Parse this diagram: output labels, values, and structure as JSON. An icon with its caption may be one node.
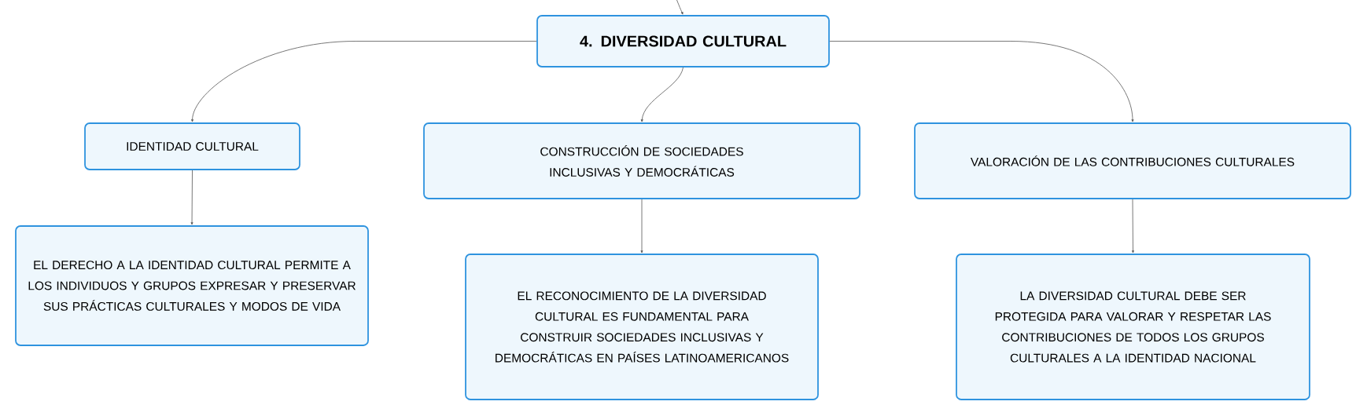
{
  "diagram": {
    "nodes": [
      {
        "text": [
          "4. DIVERSIDAD CULTURAL"
        ]
      },
      {
        "text": [
          "IDENTIDAD CULTURAL"
        ]
      },
      {
        "text": [
          "CONSTRUCCIÓN DE SOCIEDADES INCLUSIVAS Y DEMOCRÁTICAS"
        ]
      },
      {
        "text": [
          "VALORACIÓN DE LAS CONTRIBUCIONES CULTURALES"
        ]
      },
      {
        "text": [
          "EL DERECHO A LA IDENTIDAD CULTURAL PERMITE A LOS INDIVIDUOS Y GRUPOS EXPRESAR Y PRESERVAR SUS PRÁCTICAS CULTURALES Y MODOS DE VIDA"
        ]
      },
      {
        "text": [
          "EL RECONOCIMIENTO DE LA DIVERSIDAD CULTURAL ES FUNDAMENTAL PARA CONSTRUIR SOCIEDADES INCLUSIVAS Y DEMOCRÁTICAS EN PAÍSES LATINOAMERICANOS"
        ]
      },
      {
        "text": [
          "LA DIVERSIDAD CULTURAL DEBE SER PROTEGIDA PARA VALORAR Y RESPETAR LAS CONTRIBUCIONES DE TODOS LOS GRUPOS CULTURALES A LA IDENTIDAD NACIONAL"
        ]
      }
    ],
    "edges": [
      {
        "from": null,
        "to": 0,
        "arrow": "to"
      },
      {
        "from": 0,
        "to": 1,
        "arrow": "to"
      },
      {
        "from": 0,
        "to": 2,
        "arrow": "to"
      },
      {
        "from": 0,
        "to": 3,
        "arrow": "to"
      },
      {
        "from": 1,
        "to": 4,
        "arrow": "to"
      },
      {
        "from": 2,
        "to": 5,
        "arrow": "to"
      },
      {
        "from": 3,
        "to": 6,
        "arrow": "to"
      }
    ]
  }
}
